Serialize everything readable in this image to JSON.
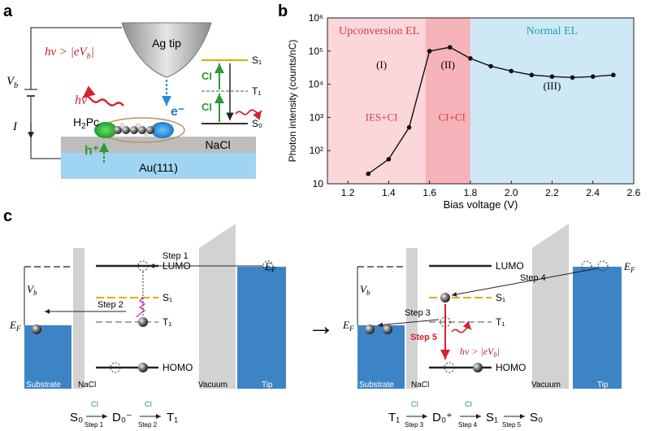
{
  "panel_a": {
    "label": "a",
    "hv_condition": "hν > |eV",
    "hv_condition_sub": "b",
    "hv_condition_end": "|",
    "tip_label": "Ag tip",
    "vb": "V",
    "vb_sub": "b",
    "current": "I",
    "hv": "hν",
    "electron": "e⁻",
    "molecule": "H₂Pc",
    "hole": "h⁺",
    "nacl": "NaCl",
    "au": "Au(111)",
    "s1": "S₁",
    "t1": "T₁",
    "s0": "S₀",
    "ci_upper": "CI",
    "ci_lower": "CI"
  },
  "panel_b": {
    "label": "b",
    "region_left": "Upconversion EL",
    "region_right": "Normal EL",
    "roman_1": "(I)",
    "roman_2": "(II)",
    "roman_3": "(III)",
    "mech_1": "IES+CI",
    "mech_2": "CI+CI",
    "colors": {
      "upconversion_bg": "#fbd7db",
      "region2_bg": "#f6b3b9",
      "normal_bg": "#cfe8f6",
      "region_left_text": "#d43a4c",
      "region_right_text": "#1aa3b5",
      "mech_text": "#d43a4c"
    }
  },
  "chart_data": {
    "type": "line",
    "x": [
      1.3,
      1.4,
      1.5,
      1.6,
      1.7,
      1.8,
      1.9,
      2.0,
      2.1,
      2.2,
      2.3,
      2.4,
      2.5
    ],
    "y": [
      20,
      55,
      500,
      100000,
      130000,
      60000,
      35000,
      25000,
      19000,
      17000,
      16000,
      17000,
      19000
    ],
    "xlabel": "Bias voltage (V)",
    "ylabel": "Photon intensity (counts/nC)",
    "xlim": [
      1.1,
      2.6
    ],
    "ylim": [
      10,
      1000000
    ],
    "yscale": "log",
    "xticks": [
      "1.2",
      "1.4",
      "1.6",
      "1.8",
      "2.0",
      "2.2",
      "2.4",
      "2.6"
    ],
    "yticks": [
      "10",
      "10²",
      "10³",
      "10⁴",
      "10⁵",
      "10⁶"
    ],
    "regions": [
      {
        "from": 1.1,
        "to": 1.58,
        "name": "Upconversion EL"
      },
      {
        "from": 1.58,
        "to": 1.8,
        "name": ""
      },
      {
        "from": 1.8,
        "to": 2.6,
        "name": "Normal EL"
      }
    ]
  },
  "panel_c": {
    "label": "c",
    "step1": "Step 1",
    "step2": "Step 2",
    "step3": "Step 3",
    "step4": "Step 4",
    "step5": "Step 5",
    "lumo": "LUMO",
    "homo": "HOMO",
    "s1": "S₁",
    "t1": "T₁",
    "vb": "V",
    "vb_sub": "b",
    "ef": "E",
    "ef_sub": "F",
    "substrate": "Substrate",
    "nacl": "NaCl",
    "vacuum": "Vacuum",
    "tip": "Tip",
    "hv_condition": "hν > |eV",
    "hv_condition_sub": "b",
    "hv_condition_end": "|",
    "arrow": "→",
    "eq_left": {
      "a": "S₀",
      "b": "D₀⁻",
      "c": "T₁",
      "ci1": "CI",
      "ci2": "CI",
      "s1": "Step 1",
      "s2": "Step 2"
    },
    "eq_right": {
      "a": "T₁",
      "b": "D₀⁺",
      "c": "S₁",
      "d": "S₀",
      "ci1": "CI",
      "ci2": "CI",
      "s3": "Step 3",
      "s4": "Step 4",
      "s5": "Step 5"
    }
  }
}
